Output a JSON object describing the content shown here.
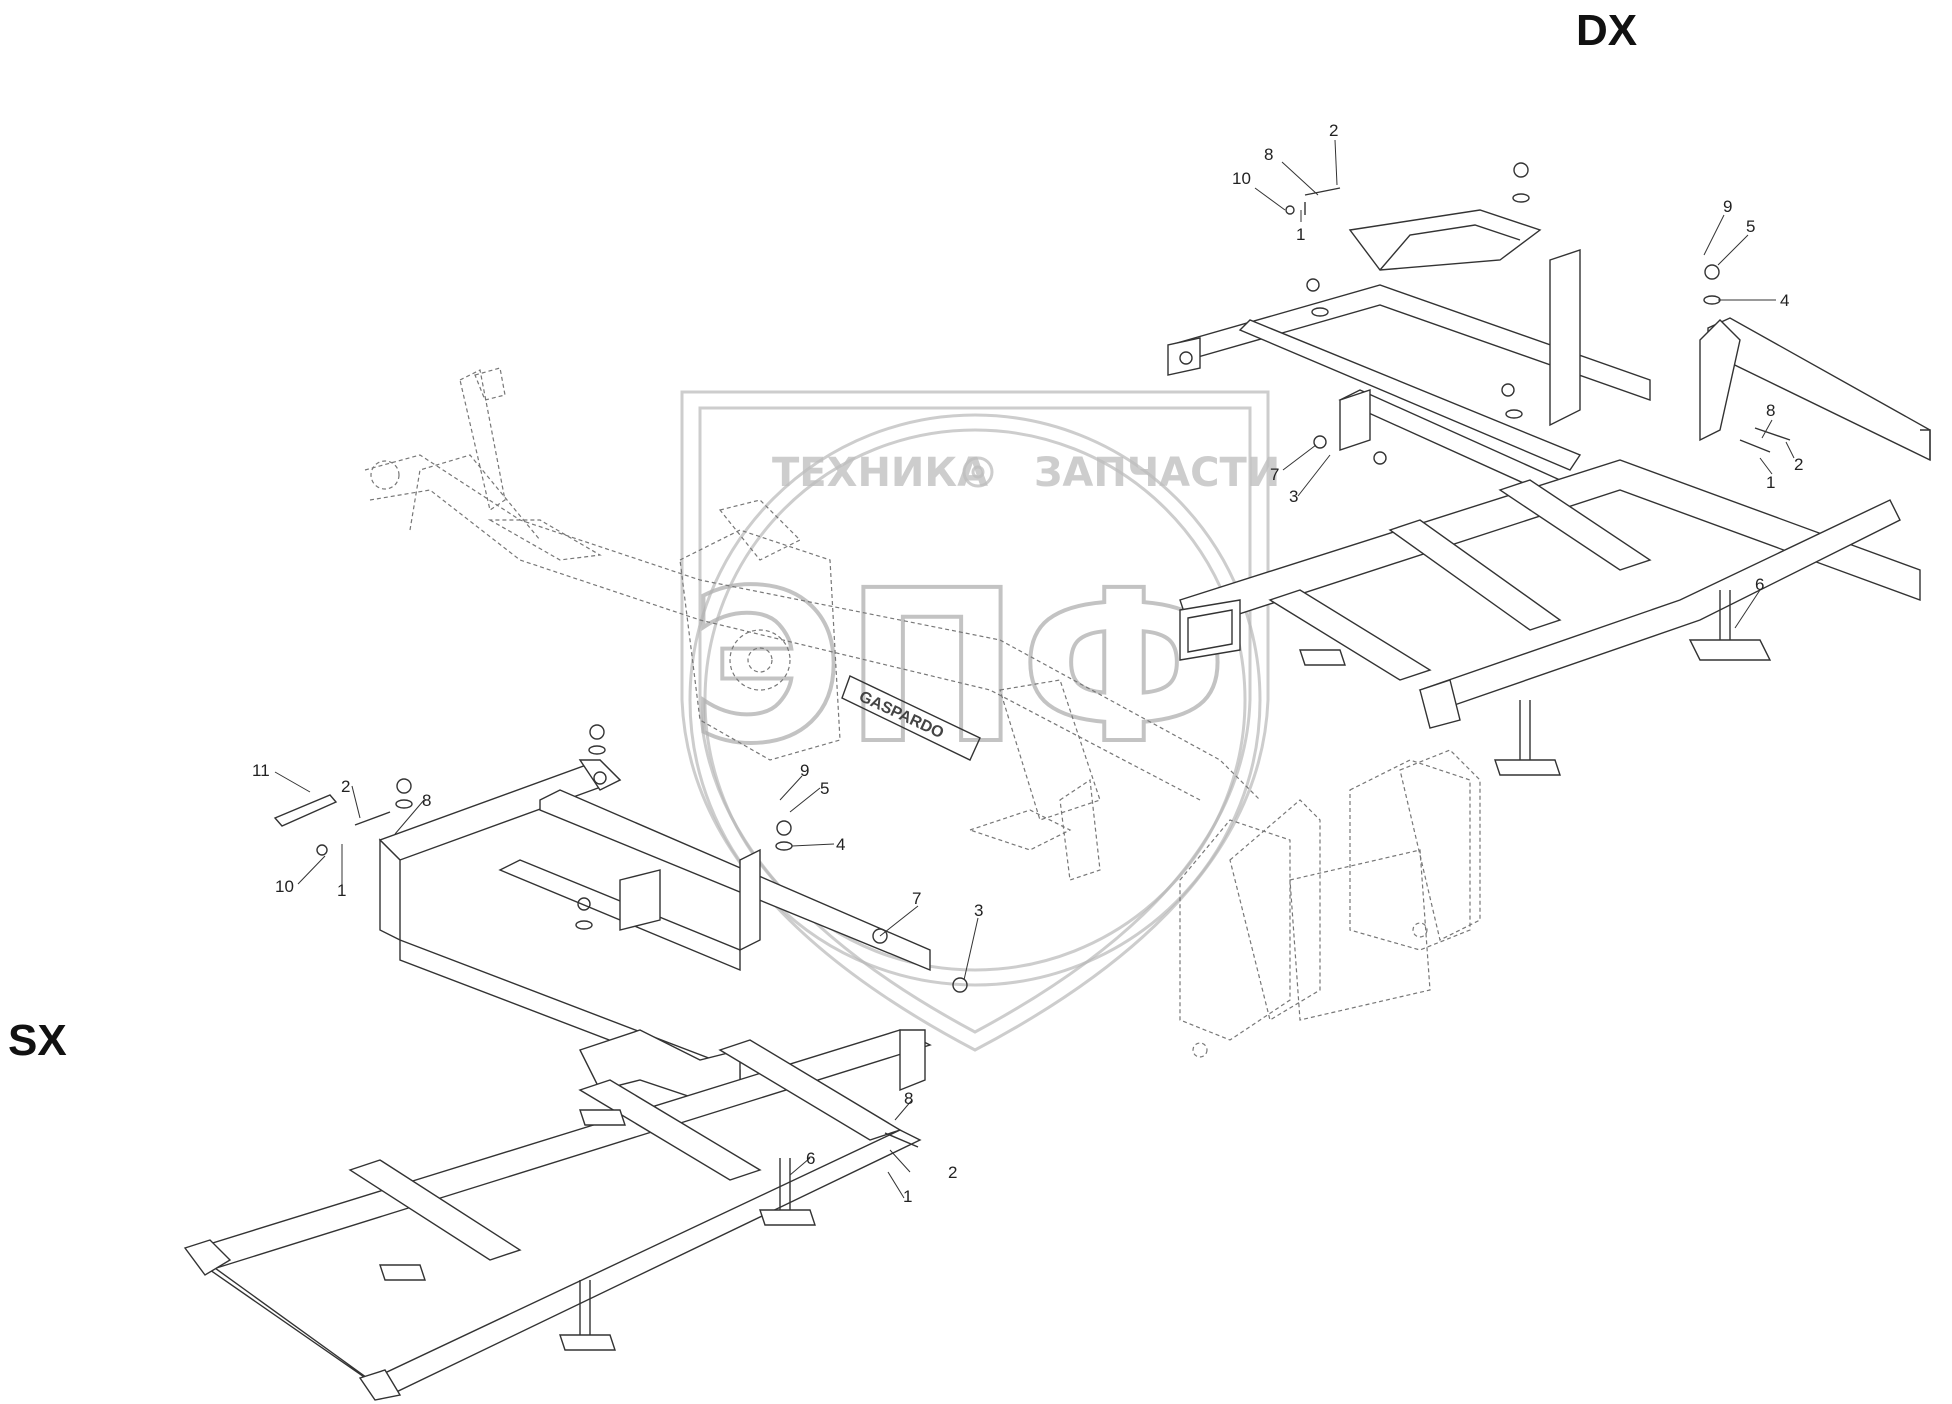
{
  "labels": {
    "right_side": "DX",
    "left_side": "SX"
  },
  "watermark": {
    "left_word": "ТЕХНИКА",
    "right_word": "ЗАПЧАСТИ",
    "logo_letters": "ЭПФ",
    "brand_plate": "GASPARDO"
  },
  "callouts_dx": [
    "2",
    "8",
    "10",
    "1",
    "9",
    "5",
    "4",
    "8",
    "2",
    "1",
    "7",
    "3",
    "6"
  ],
  "callouts_sx": [
    "11",
    "2",
    "8",
    "10",
    "1",
    "9",
    "5",
    "4",
    "7",
    "3",
    "8",
    "6",
    "1",
    "2"
  ],
  "colors": {
    "line": "#333333",
    "watermark": "#b8b8b8"
  }
}
